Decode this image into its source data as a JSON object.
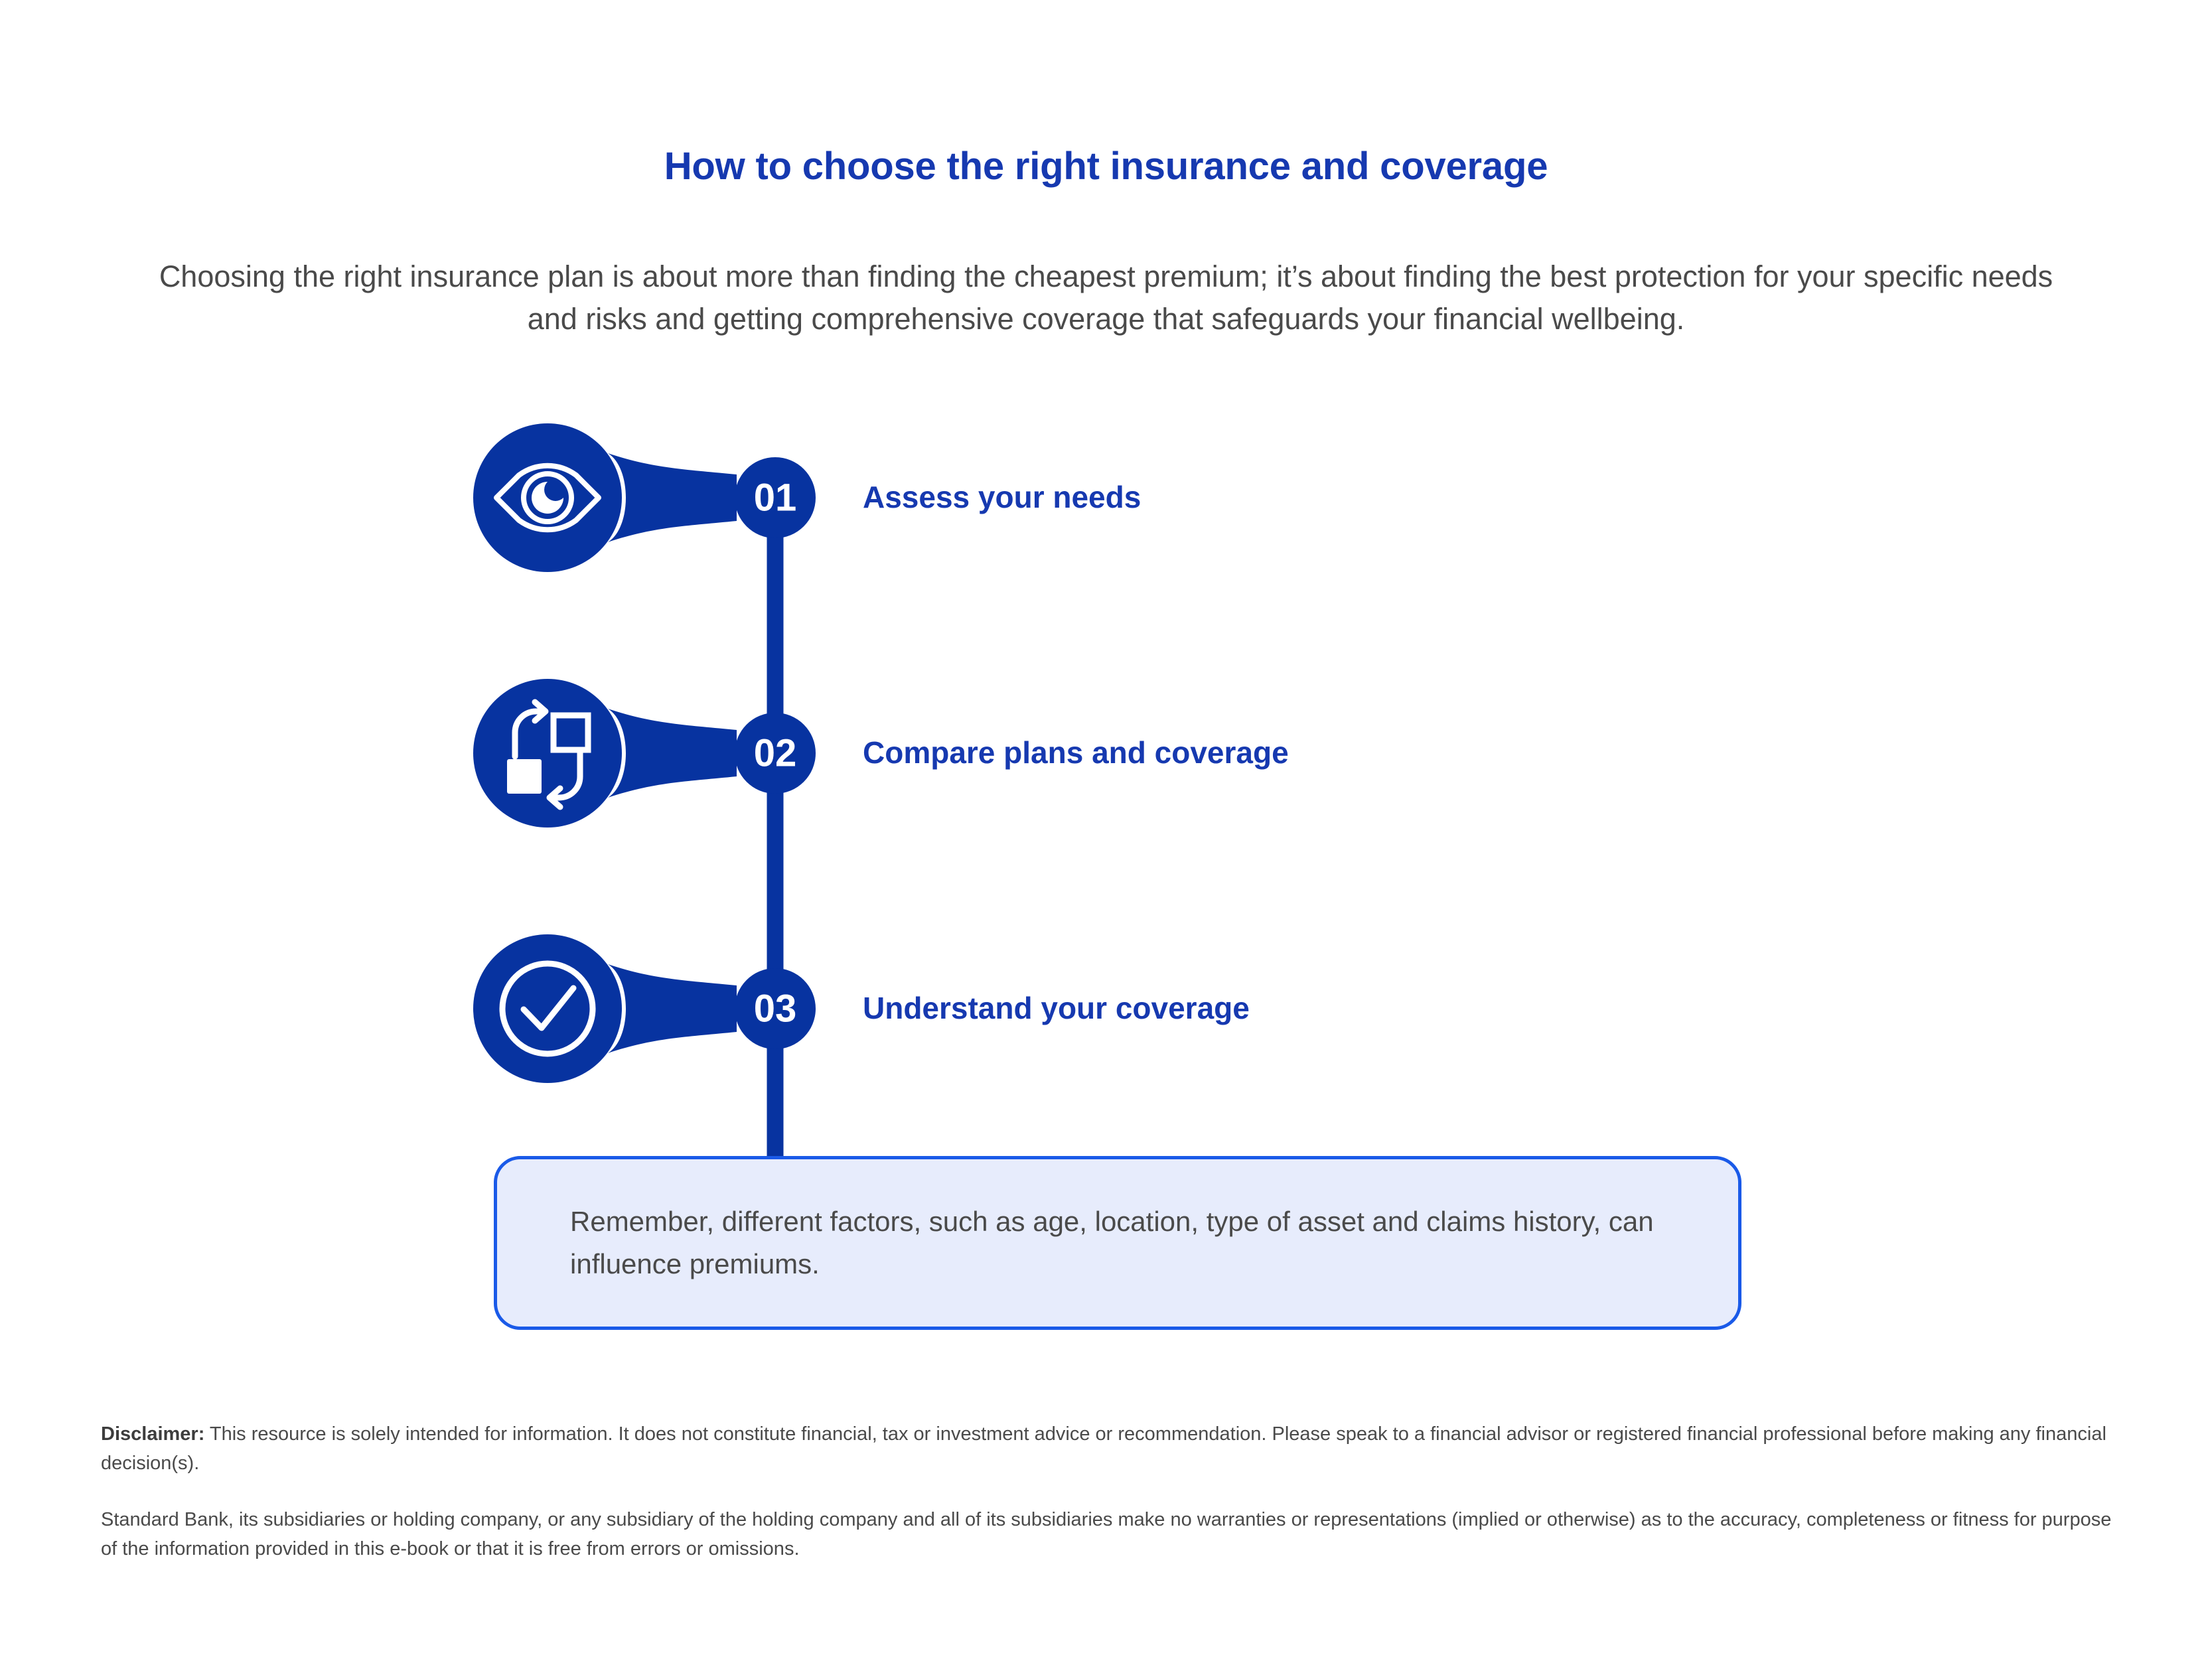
{
  "header": {
    "title": "How to choose the right insurance and coverage",
    "subtitle": "Choosing the right insurance plan is about more than finding the cheapest premium; it’s about finding the best protection for your specific needs and risks and getting comprehensive coverage that safeguards your financial wellbeing."
  },
  "steps": [
    {
      "number": "01",
      "label": "Assess your needs",
      "icon": "eye-icon"
    },
    {
      "number": "02",
      "label": "Compare plans and coverage",
      "icon": "compare-swap-icon"
    },
    {
      "number": "03",
      "label": "Understand your coverage",
      "icon": "check-circle-icon"
    }
  ],
  "callout": {
    "text": "Remember, different factors, such as age, location, type of asset and claims history, can influence premiums."
  },
  "disclaimer": {
    "label": "Disclaimer:",
    "paragraph1": " This resource is solely intended for information. It does not constitute financial, tax or investment advice or recommendation. Please speak to a financial advisor or registered financial professional before making any financial decision(s).",
    "paragraph2": "Standard Bank, its subsidiaries or holding company, or any subsidiary of the holding company and all of its subsidiaries make no warranties or representations (implied or otherwise) as to the accuracy, completeness or fitness for purpose of the information provided in this e-book or that it is free from errors or omissions."
  },
  "colors": {
    "brand_blue": "#0733a0",
    "title_blue": "#1639b0",
    "callout_border": "#1a5ae8",
    "callout_fill": "#e7ecfc",
    "body_gray": "#4a4a4a"
  }
}
